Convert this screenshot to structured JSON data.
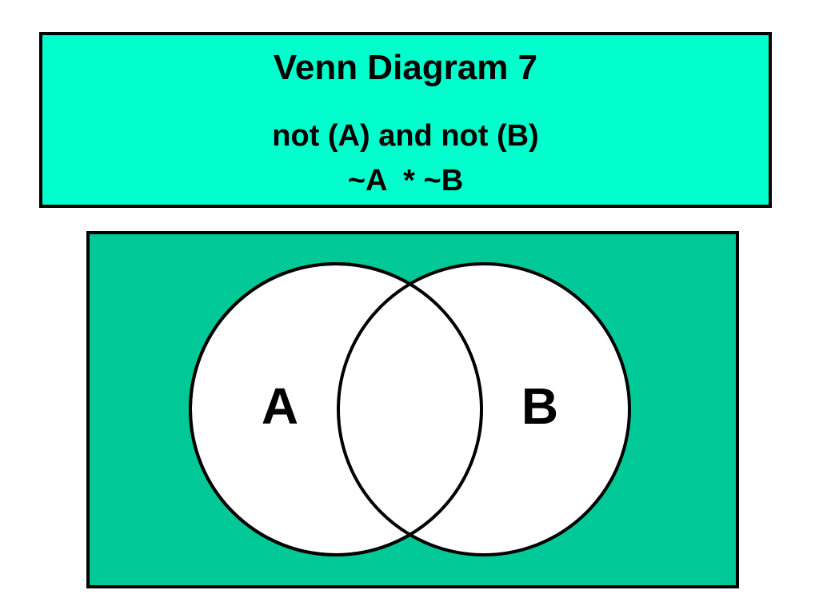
{
  "header": {
    "title": "Venn Diagram 7",
    "expression_words": "not (A) and not (B)",
    "expression_symbols": "~A  * ~B"
  },
  "diagram": {
    "set_a_label": "A",
    "set_b_label": "B",
    "shaded_region": "complement of A union B"
  },
  "colors": {
    "title_background": "#00FFCC",
    "universe_fill": "#00C896",
    "circle_fill": "#FFFFFF",
    "outline": "#000000",
    "text": "#000000"
  }
}
